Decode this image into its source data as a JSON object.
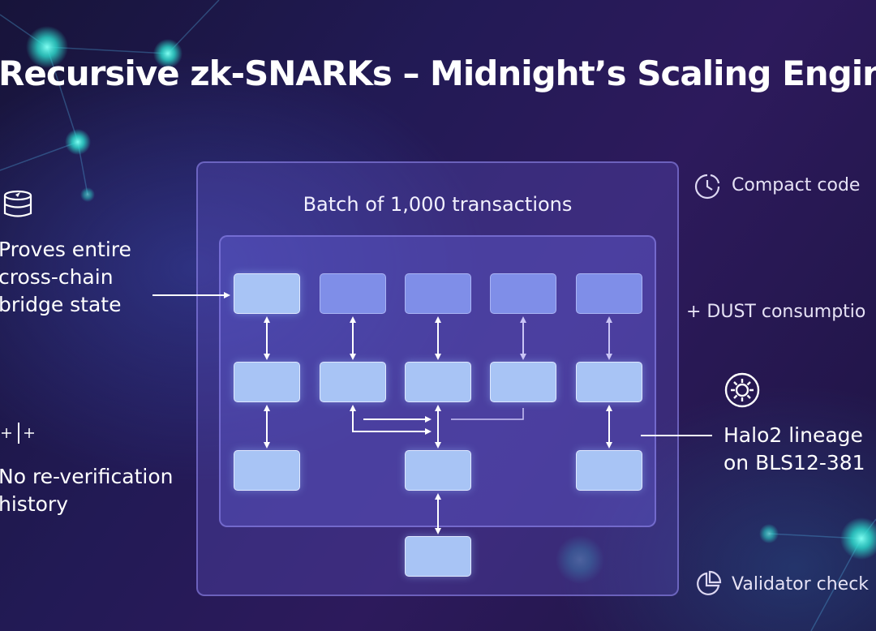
{
  "title": "Recursive zk-SNARKs – Midnight’s Scaling Engine",
  "diagram": {
    "batch_label": "Batch of 1,000 transactions"
  },
  "left_notes": [
    {
      "icon": "database-icon",
      "lines": [
        "Proves entire",
        "cross-chain",
        "bridge state"
      ]
    },
    {
      "icon": "sparkle-divider-icon",
      "lines": [
        "No re-verification",
        "history"
      ]
    }
  ],
  "right_notes": [
    {
      "icon": "clock-icon",
      "label": "Compact code"
    },
    {
      "icon": "plus-icon",
      "label": "+ DUST consumptio"
    },
    {
      "icon": "gear-icon",
      "lines": [
        "Halo2 lineage",
        "on BLS12-381"
      ]
    },
    {
      "icon": "pie-icon",
      "label": "Validator check"
    }
  ],
  "colors": {
    "background": "#221a55",
    "box_fill": "#a8c4f5",
    "box_dim_fill": "#7f8ee8",
    "node_glow": "#2de0d0"
  }
}
